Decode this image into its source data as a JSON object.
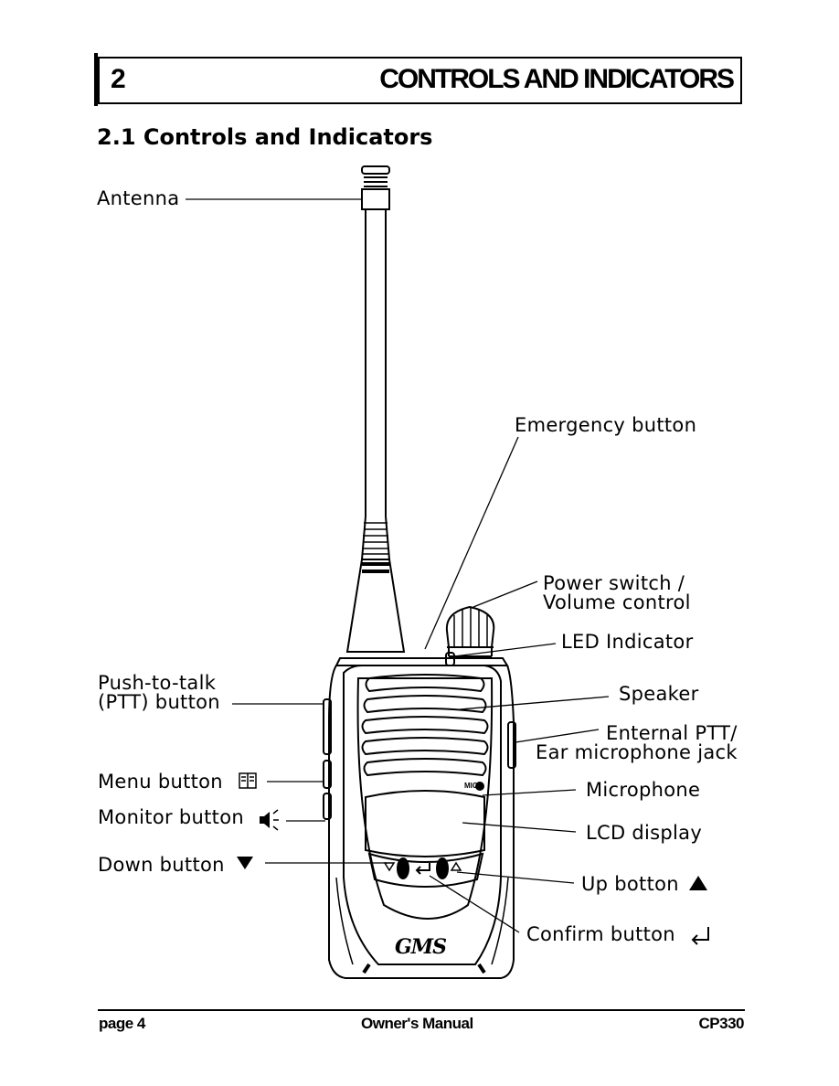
{
  "chapter": {
    "number": "2",
    "title": "CONTROLS AND INDICATORS"
  },
  "section": {
    "title": "2.1  Controls and Indicators"
  },
  "labels": {
    "antenna": "Antenna",
    "emergency": "Emergency button",
    "power_1": "Power switch /",
    "power_2": "Volume control",
    "led": "LED Indicator",
    "ptt_1": "Push-to-talk",
    "ptt_2": "(PTT) button",
    "speaker": "Speaker",
    "ext_1": "Enternal PTT/",
    "ext_2": "Ear microphone jack",
    "menu": "Menu button",
    "microphone": "Microphone",
    "monitor": "Monitor button",
    "lcd": "LCD display",
    "down": "Down button",
    "up": "Up botton",
    "confirm": "Confirm button"
  },
  "icons": {
    "menu": "book-icon",
    "monitor": "speaker-icon",
    "down": "down-triangle-icon",
    "up": "up-triangle-icon",
    "confirm": "enter-arrow-icon"
  },
  "device": {
    "logo": "GMS",
    "mic_mark": "MIC"
  },
  "footer": {
    "page": "page 4",
    "manual": "Owner's Manual",
    "model": "CP330"
  }
}
